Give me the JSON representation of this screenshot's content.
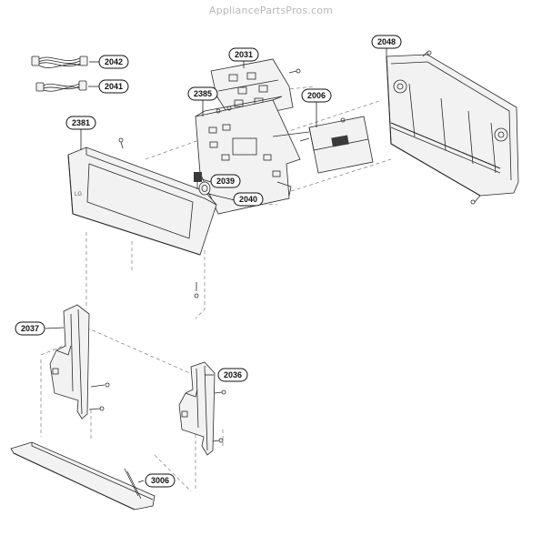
{
  "watermark": "AppliancePartsPros.com",
  "parts": [
    {
      "id": "p2042",
      "label": "2042"
    },
    {
      "id": "p2041",
      "label": "2041"
    },
    {
      "id": "p2031",
      "label": "2031"
    },
    {
      "id": "p2048",
      "label": "2048"
    },
    {
      "id": "p2385",
      "label": "2385"
    },
    {
      "id": "p2006",
      "label": "2006"
    },
    {
      "id": "p2381",
      "label": "2381"
    },
    {
      "id": "p2039",
      "label": "2039"
    },
    {
      "id": "p2040",
      "label": "2040"
    },
    {
      "id": "p2037",
      "label": "2037"
    },
    {
      "id": "p2036",
      "label": "2036"
    },
    {
      "id": "p3006",
      "label": "3006"
    }
  ],
  "logo_text": "LG"
}
